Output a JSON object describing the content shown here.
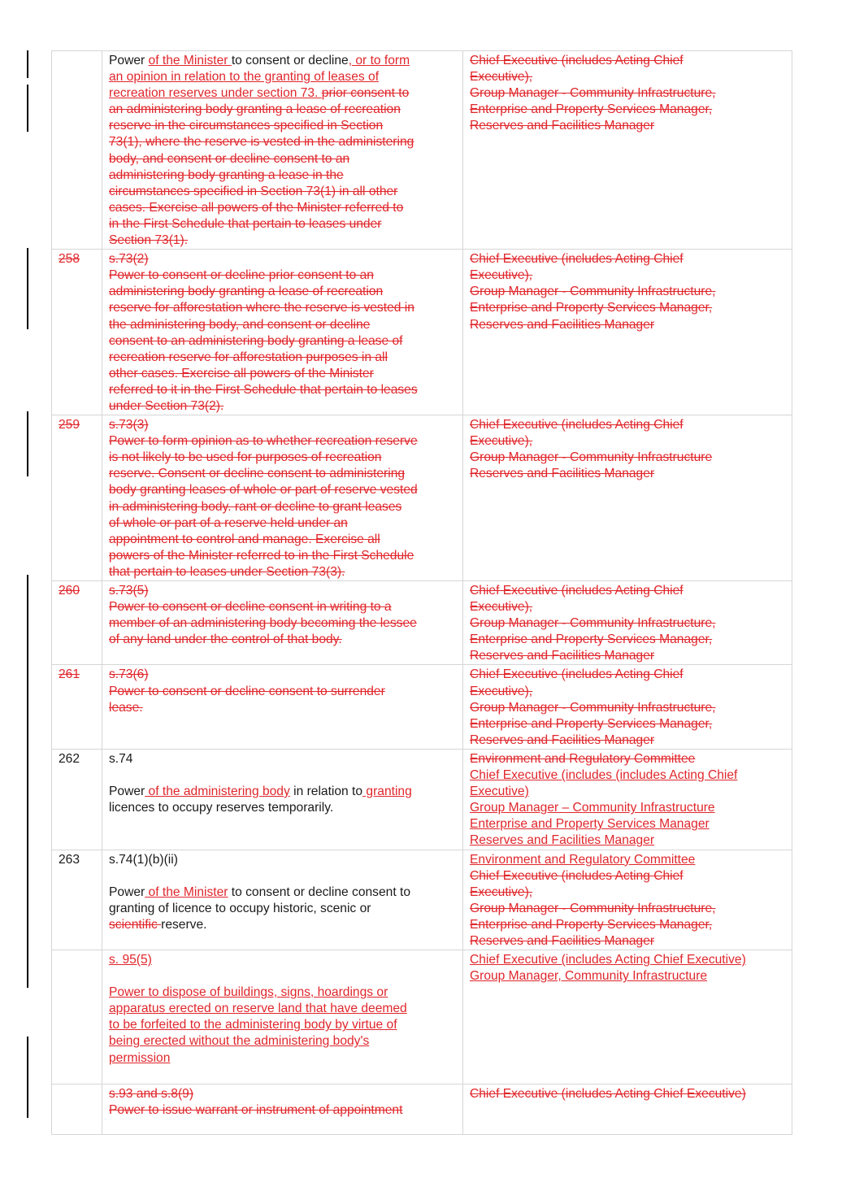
{
  "rows": [
    {
      "number": "",
      "number_style": "",
      "desc": [
        [
          [
            "Power ",
            "blk"
          ],
          [
            "of the Minister ",
            "ins"
          ],
          [
            "to consent or decline",
            "blk"
          ],
          [
            ", or to form",
            "ins"
          ]
        ],
        [
          [
            "an opinion in relation to the granting of leases of",
            "ins"
          ]
        ],
        [
          [
            "recreation reserves under section 73. ",
            "ins"
          ],
          [
            " ",
            "blk"
          ],
          [
            "prior consent to",
            "del"
          ]
        ],
        [
          [
            "an administering body granting a lease of recreation",
            "del"
          ]
        ],
        [
          [
            "reserve in the circumstances specified in Section",
            "del"
          ]
        ],
        [
          [
            "73(1), where the reserve is vested in the administering",
            "del"
          ]
        ],
        [
          [
            "body, and consent or decline consent to an",
            "del"
          ]
        ],
        [
          [
            "administering body granting a lease in the",
            "del"
          ]
        ],
        [
          [
            "circumstances specified in Section 73(1) in all other",
            "del"
          ]
        ],
        [
          [
            "cases.  Exercise all powers of the Minister referred to",
            "del"
          ]
        ],
        [
          [
            "in the First Schedule that pertain to leases under",
            "del"
          ]
        ],
        [
          [
            "Section 73(1).",
            "del"
          ]
        ]
      ],
      "delegate": [
        [
          [
            "Chief Executive (includes Acting Chief",
            "del"
          ]
        ],
        [
          [
            "Executive),",
            "del"
          ]
        ],
        [
          [
            "Group Manager - Community Infrastructure,",
            "del"
          ]
        ],
        [
          [
            "Enterprise and Property Services Manager,",
            "del"
          ]
        ],
        [
          [
            "Reserves and Facilities Manager",
            "del"
          ]
        ]
      ]
    },
    {
      "number": "258",
      "number_style": "del",
      "desc": [
        [
          [
            "s.73(2)",
            "del"
          ]
        ],
        [
          [
            "Power to consent or decline prior consent to an",
            "del"
          ]
        ],
        [
          [
            "administering body granting a lease of recreation",
            "del"
          ]
        ],
        [
          [
            "reserve for afforestation where the reserve is vested in",
            "del"
          ]
        ],
        [
          [
            "the administering body, and consent or decline",
            "del"
          ]
        ],
        [
          [
            "consent to an administering body granting a lease of",
            "del"
          ]
        ],
        [
          [
            "recreation reserve for afforestation purposes in all",
            "del"
          ]
        ],
        [
          [
            "other cases.  Exercise all powers of the Minister",
            "del"
          ]
        ],
        [
          [
            "referred to it in the First Schedule that pertain to leases",
            "del"
          ]
        ],
        [
          [
            "under Section 73(2).",
            "del"
          ]
        ]
      ],
      "delegate": [
        [
          [
            "Chief Executive (includes Acting Chief",
            "del"
          ]
        ],
        [
          [
            "Executive),",
            "del"
          ]
        ],
        [
          [
            "Group Manager - Community Infrastructure,",
            "del"
          ]
        ],
        [
          [
            "Enterprise and Property Services Manager,",
            "del"
          ]
        ],
        [
          [
            "Reserves and Facilities Manager",
            "del"
          ]
        ]
      ]
    },
    {
      "number": "259",
      "number_style": "del",
      "desc": [
        [
          [
            "s.73(3)",
            "del"
          ]
        ],
        [
          [
            "Power to form opinion as to whether recreation reserve",
            "del"
          ]
        ],
        [
          [
            "is not likely to be used for purposes of recreation",
            "del"
          ]
        ],
        [
          [
            "reserve. Consent or decline consent to administering",
            "del"
          ]
        ],
        [
          [
            "body granting leases of whole or part of reserve vested",
            "del"
          ]
        ],
        [
          [
            "in administering body.  rant or decline to grant leases",
            "del"
          ]
        ],
        [
          [
            "of whole or part of a reserve held under an",
            "del"
          ]
        ],
        [
          [
            "appointment to control and manage. Exercise all",
            "del"
          ]
        ],
        [
          [
            "powers of the Minister referred to in the First Schedule",
            "del"
          ]
        ],
        [
          [
            "that pertain to leases under Section 73(3).",
            "del"
          ]
        ]
      ],
      "delegate": [
        [
          [
            "Chief Executive (includes Acting Chief",
            "del"
          ]
        ],
        [
          [
            "Executive),",
            "del"
          ]
        ],
        [
          [
            "Group Manager - Community Infrastructure",
            "del"
          ]
        ],
        [
          [
            "Reserves and Facilities Manager",
            "del"
          ]
        ]
      ]
    },
    {
      "number": "260",
      "number_style": "del",
      "desc": [
        [
          [
            "s.73(5)",
            "del"
          ]
        ],
        [
          [
            "Power to consent or decline consent in writing to a",
            "del"
          ]
        ],
        [
          [
            "member of an administering body becoming the lessee",
            "del"
          ]
        ],
        [
          [
            "of any land under the control of that body.",
            "del"
          ]
        ]
      ],
      "delegate": [
        [
          [
            "Chief Executive (includes Acting Chief",
            "del"
          ]
        ],
        [
          [
            "Executive),",
            "del"
          ]
        ],
        [
          [
            "Group Manager - Community Infrastructure,",
            "del"
          ]
        ],
        [
          [
            "Enterprise and Property Services Manager,",
            "del"
          ]
        ],
        [
          [
            "Reserves and Facilities Manager",
            "del"
          ]
        ]
      ]
    },
    {
      "number": "261",
      "number_style": "del",
      "desc": [
        [
          [
            "s.73(6)",
            "del"
          ]
        ],
        [
          [
            "Power to consent or decline consent to surrender",
            "del"
          ]
        ],
        [
          [
            "lease.",
            "del"
          ]
        ]
      ],
      "delegate": [
        [
          [
            "Chief Executive (includes Acting Chief",
            "del"
          ]
        ],
        [
          [
            "Executive),",
            "del"
          ]
        ],
        [
          [
            "Group Manager - Community Infrastructure,",
            "del"
          ]
        ],
        [
          [
            "Enterprise and Property Services Manager,",
            "del"
          ]
        ],
        [
          [
            "Reserves and Facilities Manager",
            "del"
          ]
        ]
      ]
    },
    {
      "number": "262",
      "number_style": "blk",
      "desc": [
        [
          [
            "s.74",
            "blk"
          ]
        ],
        [],
        [
          [
            "Power",
            "blk"
          ],
          [
            " of the administering body",
            "ins"
          ],
          [
            " in relation to",
            "blk"
          ],
          [
            " granting",
            "ins"
          ]
        ],
        [
          [
            "licences to occupy reserves temporarily.",
            "blk"
          ]
        ]
      ],
      "delegate": [
        [
          [
            "Environment and Regulatory Committee",
            "del"
          ]
        ],
        [
          [
            "Chief Executive (includes (includes Acting Chief",
            "ins"
          ]
        ],
        [
          [
            "Executive)",
            "ins"
          ]
        ],
        [
          [
            "Group Manager – Community Infrastructure ",
            "ins"
          ]
        ],
        [
          [
            "Enterprise and Property Services Manager ",
            "ins"
          ]
        ],
        [
          [
            "Reserves and Facilities Manager",
            "ins"
          ]
        ]
      ]
    },
    {
      "number": "263",
      "number_style": "blk",
      "desc": [
        [
          [
            "s.74(1)(b)(ii)",
            "blk"
          ]
        ],
        [],
        [
          [
            "Power",
            "blk"
          ],
          [
            " of the Minister",
            "ins"
          ],
          [
            " to consent or decline consent to",
            "blk"
          ]
        ],
        [
          [
            "granting of licence to occupy historic, scenic or",
            "blk"
          ]
        ],
        [
          [
            "scientific ",
            "del"
          ],
          [
            "reserve.",
            "blk"
          ]
        ]
      ],
      "delegate": [
        [
          [
            "Environment and Regulatory Committee",
            "ins"
          ]
        ],
        [
          [
            "Chief Executive (includes Acting Chief",
            "del"
          ]
        ],
        [
          [
            "Executive),",
            "del"
          ]
        ],
        [
          [
            "Group Manager - Community Infrastructure,",
            "del"
          ]
        ],
        [
          [
            "Enterprise and Property Services Manager,",
            "del"
          ]
        ],
        [
          [
            "Reserves and Facilities Manager",
            "del"
          ]
        ]
      ]
    },
    {
      "number": "",
      "number_style": "",
      "desc": [
        [
          [
            "s. 95(5)",
            "ins"
          ]
        ],
        [],
        [
          [
            "Power to dispose of buildings, signs, hoardings or",
            "ins"
          ]
        ],
        [
          [
            "apparatus erected on reserve land that have deemed",
            "ins"
          ]
        ],
        [
          [
            "to be forfeited to the administering body by virtue of",
            "ins"
          ]
        ],
        [
          [
            "being erected without the administering body's",
            "ins"
          ]
        ],
        [
          [
            "permission",
            "ins"
          ]
        ]
      ],
      "delegate": [
        [
          [
            "Chief Executive (includes Acting Chief Executive)",
            "ins"
          ]
        ],
        [
          [
            "Group Manager, Community Infrastructure",
            "ins"
          ]
        ]
      ]
    },
    {
      "number": "",
      "number_style": "",
      "desc": [
        [
          [
            "s.93 and s.8(9)",
            "del"
          ]
        ],
        [
          [
            "Power to issue warrant or instrument of appointment ",
            "del"
          ]
        ]
      ],
      "delegate": [
        [
          [
            "Chief Executive (includes Acting Chief Executive)",
            "del"
          ]
        ]
      ]
    }
  ]
}
